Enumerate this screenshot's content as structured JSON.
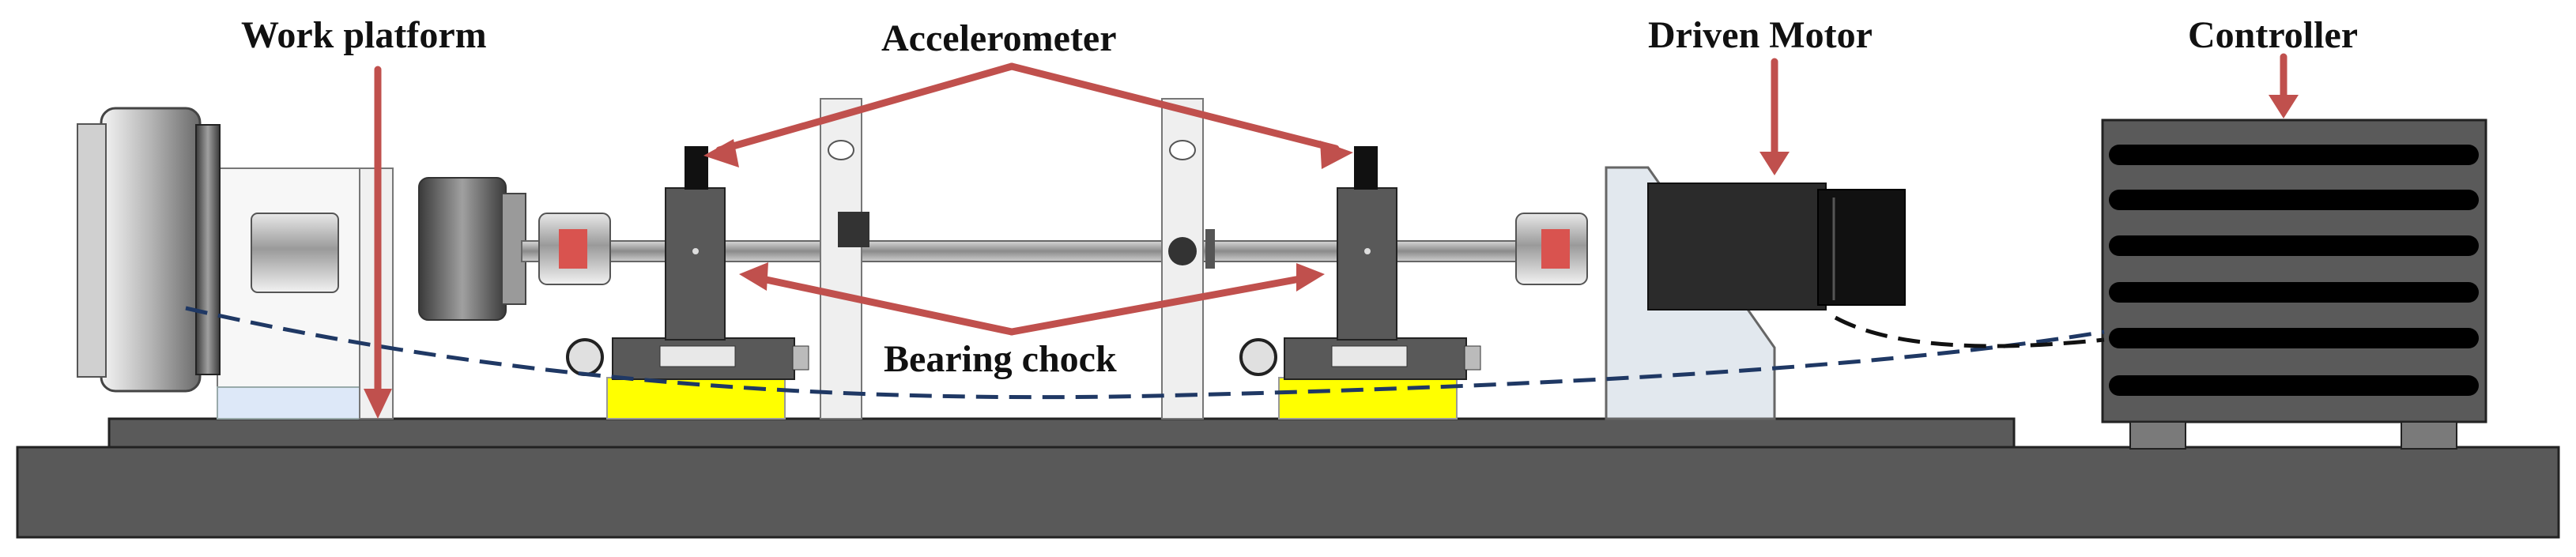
{
  "labels": {
    "work_platform": "Work platform",
    "accelerometer": "Accelerometer",
    "driven_motor": "Driven Motor",
    "controller": "Controller",
    "bearing_chock": "Bearing chock"
  },
  "colors": {
    "arrow": "#c0504d",
    "cable_blue": "#1f3864",
    "cable_black": "#111111",
    "slide_yellow": "#ffff00",
    "base_dark": "#595959",
    "rail_dark": "#5a5a5a",
    "chock_gray": "#595959",
    "motor_black": "#2b2b2b",
    "controller_body": "#5a5a5a",
    "coupling_red": "#d9534f"
  },
  "icons": [
    "arrow-icon",
    "dashed-cable-icon"
  ]
}
